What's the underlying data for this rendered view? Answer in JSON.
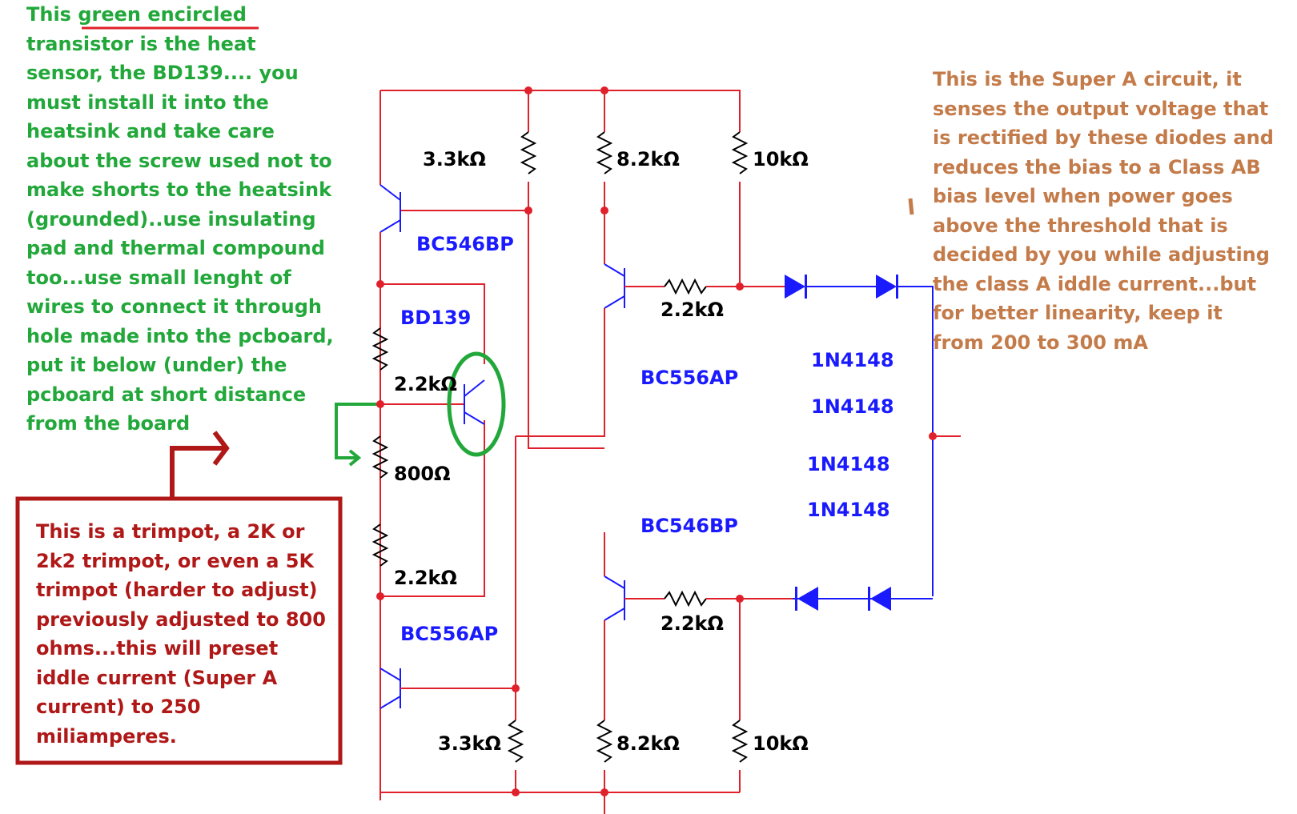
{
  "annotations": {
    "green": {
      "lines": [
        {
          "parts": [
            "This ",
            "green encircled",
            ""
          ]
        },
        {
          "parts": [
            "transistor is the heat"
          ]
        },
        {
          "parts": [
            "sensor, the BD139.... you"
          ]
        },
        {
          "parts": [
            "must install it into the"
          ]
        },
        {
          "parts": [
            "heatsink and take care"
          ]
        },
        {
          "parts": [
            "about the screw used not to"
          ]
        },
        {
          "parts": [
            "make shorts to the heatsink"
          ]
        },
        {
          "parts": [
            "(grounded)..use insulating"
          ]
        },
        {
          "parts": [
            "pad and thermal compound"
          ]
        },
        {
          "parts": [
            "too...use small lenght of"
          ]
        },
        {
          "parts": [
            "wires to connect it through"
          ]
        },
        {
          "parts": [
            "hole made into the pcboard,"
          ]
        },
        {
          "parts": [
            "put it below (under) the"
          ]
        },
        {
          "parts": [
            "pcboard at short distance"
          ]
        },
        {
          "parts": [
            "from the board"
          ]
        }
      ]
    },
    "orange": {
      "lines": [
        "This is the Super A circuit, it",
        "senses the output voltage that",
        "is rectified by these diodes and",
        "reduces the bias to a Class AB",
        "bias level when power goes",
        "above the threshold that is",
        "decided by you while adjusting",
        "the class A iddle current...but",
        "for better linearity, keep it",
        "from 200 to 300 mA"
      ]
    },
    "red": {
      "lines": [
        "This is a trimpot, a 2K or",
        "2k2 trimpot, or even a 5K",
        "trimpot (harder to adjust)",
        "previously adjusted to 800",
        "ohms...this will preset",
        "iddle current (Super A",
        "current) to 250",
        "miliamperes."
      ]
    }
  },
  "labels": {
    "r_top_left": "3.3kΩ",
    "r_top_mid": "8.2kΩ",
    "r_top_right": "10kΩ",
    "q_top_left": "BC546BP",
    "q_sensor": "BD139",
    "r_divider_top": "2.2kΩ",
    "r_trimpot": "800Ω",
    "r_divider_bottom": "2.2kΩ",
    "q_bottom_left": "BC556AP",
    "r_bottom_left": "3.3kΩ",
    "r_bottom_mid": "8.2kΩ",
    "r_bottom_right": "10kΩ",
    "r_emitter_top": "2.2kΩ",
    "r_emitter_bottom": "2.2kΩ",
    "q_right_top": "BC556AP",
    "q_right_bottom": "BC546BP",
    "d1": "1N4148",
    "d2": "1N4148",
    "d3": "1N4148",
    "d4": "1N4148"
  },
  "colors": {
    "wire": "#e0202a",
    "component": "#1a1aff",
    "green": "#22a83a",
    "orange": "#c47b4a",
    "dark_red": "#b01818"
  }
}
